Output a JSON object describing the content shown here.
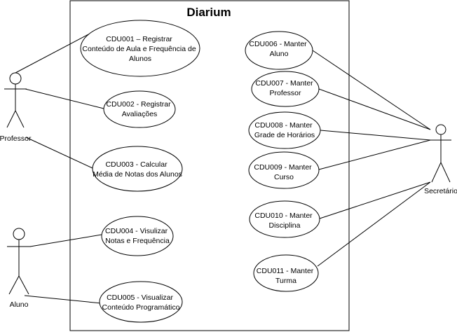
{
  "system": {
    "title": "Diarium"
  },
  "actors": {
    "professor": "Professor",
    "aluno": "Aluno",
    "secretario": "Secretário"
  },
  "use_cases": {
    "cdu001": [
      "CDU001 – Registrar",
      "Conteúdo de Aula e Frequência de",
      "Alunos"
    ],
    "cdu002": [
      "CDU002 - Registrar",
      "Avaliações"
    ],
    "cdu003": [
      "CDU003 - Calcular",
      "Média de Notas dos Alunos"
    ],
    "cdu004": [
      "CDU004 - Visulizar",
      "Notas e Frequência"
    ],
    "cdu005": [
      "CDU005 - Visualizar",
      "Conteúdo Programático"
    ],
    "cdu006": [
      "CDU006 - Manter",
      "Aluno"
    ],
    "cdu007": [
      "CDU007 - Manter",
      "Professor"
    ],
    "cdu008": [
      "CDU008 - Manter",
      "Grade de Horários"
    ],
    "cdu009": [
      "CDU009 - Manter",
      "Curso"
    ],
    "cdu010": [
      "CDU010 - Manter",
      "Disciplina"
    ],
    "cdu011": [
      "CDU011 - Manter",
      "Turma"
    ]
  }
}
